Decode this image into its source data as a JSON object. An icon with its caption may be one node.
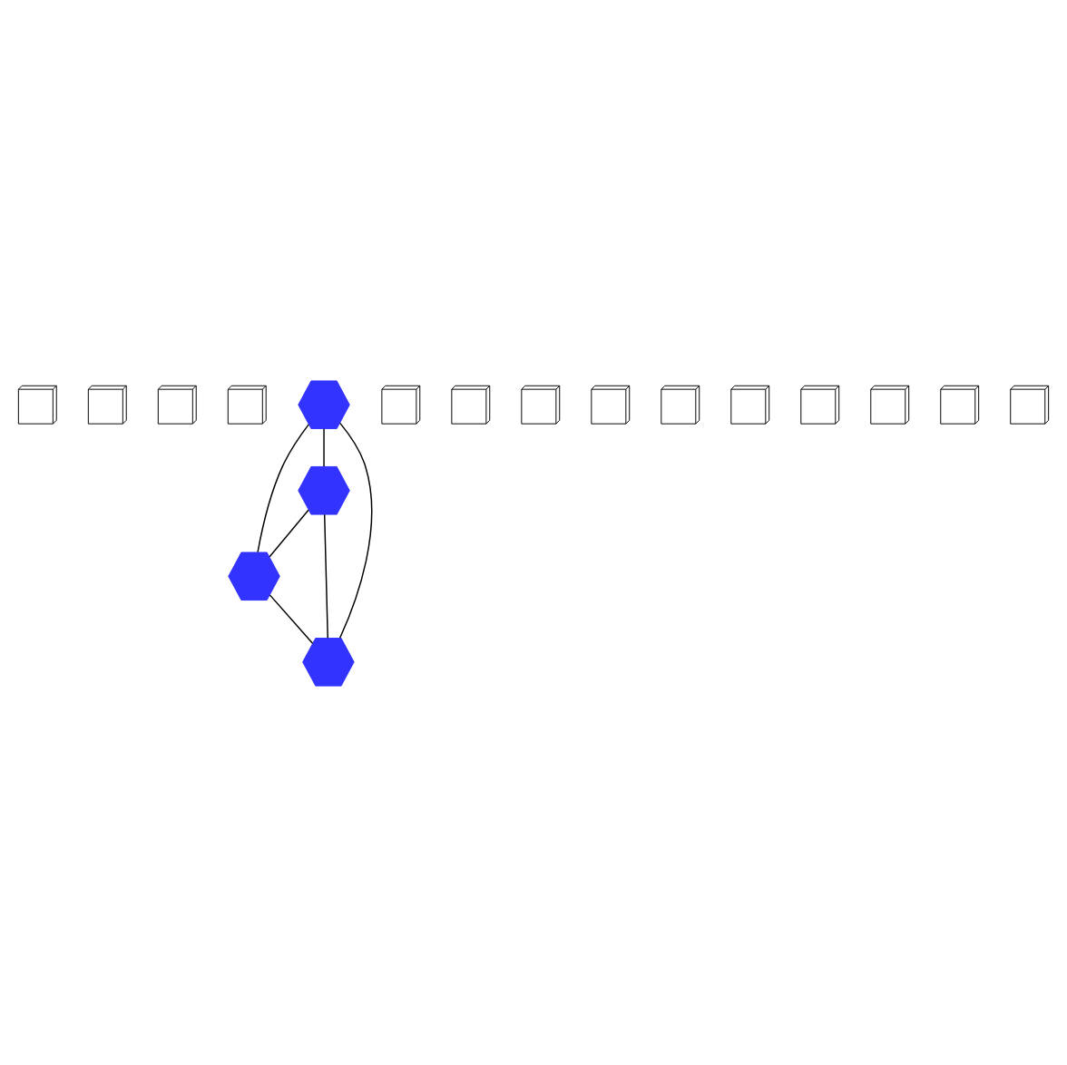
{
  "diagram": {
    "nodes": [
      {
        "text": [],
        "shape": "cube"
      },
      {
        "text": [],
        "shape": "cube"
      },
      {
        "text": [],
        "shape": "cube"
      },
      {
        "text": [],
        "shape": "cube"
      },
      {
        "text": [],
        "shape": "hexagon"
      },
      {
        "text": [],
        "shape": "cube"
      },
      {
        "text": [],
        "shape": "cube"
      },
      {
        "text": [],
        "shape": "cube"
      },
      {
        "text": [],
        "shape": "hexagon"
      },
      {
        "text": [],
        "shape": "hexagon"
      },
      {
        "text": [],
        "shape": "cube"
      },
      {
        "text": [],
        "shape": "cube"
      },
      {
        "text": [],
        "shape": "cube"
      },
      {
        "text": [],
        "shape": "hexagon"
      },
      {
        "text": [],
        "shape": "cube"
      },
      {
        "text": [],
        "shape": "cube"
      },
      {
        "text": [],
        "shape": "cube"
      },
      {
        "text": [],
        "shape": "cube"
      }
    ],
    "edges": [
      {
        "from": 8,
        "to": 4,
        "arrow": "none"
      },
      {
        "from": 4,
        "to": 9,
        "arrow": "none"
      },
      {
        "from": 8,
        "to": 9,
        "arrow": "none"
      },
      {
        "from": 8,
        "to": 13,
        "arrow": "none"
      },
      {
        "from": 9,
        "to": 13,
        "arrow": "none"
      },
      {
        "from": 4,
        "to": 13,
        "arrow": "none"
      }
    ]
  }
}
